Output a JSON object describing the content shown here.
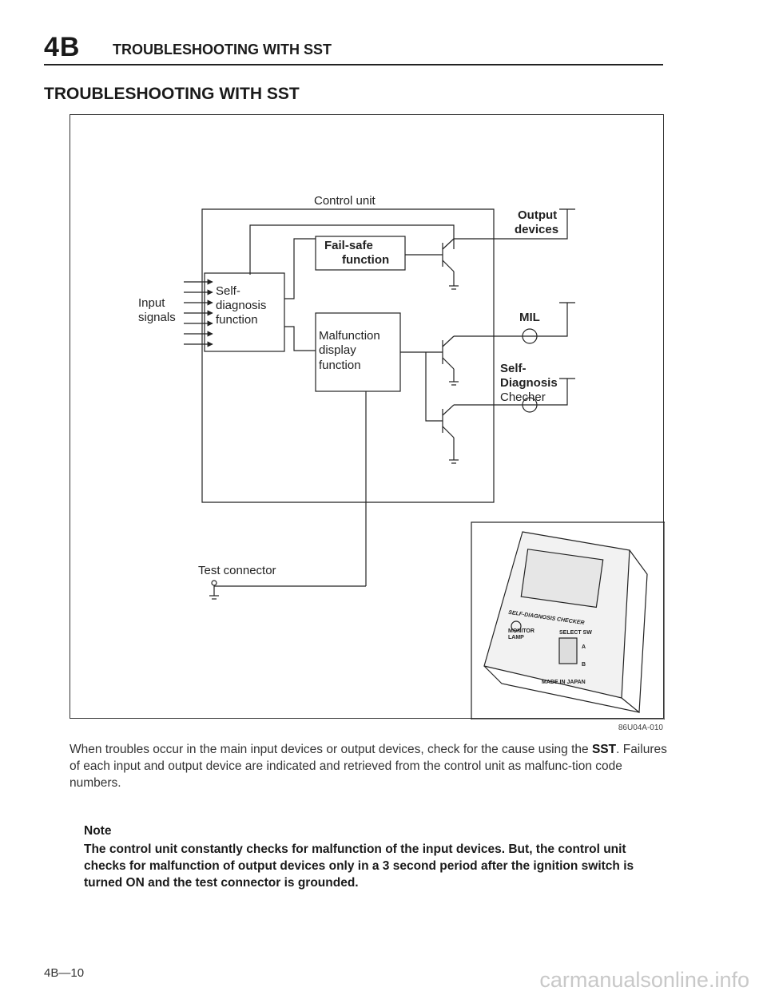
{
  "header": {
    "section": "4B",
    "title": "TROUBLESHOOTING WITH SST"
  },
  "page_title": "TROUBLESHOOTING WITH SST",
  "diagram": {
    "control_unit": "Control unit",
    "input_label_1": "Input",
    "input_label_2": "signals",
    "self_diag_1": "Self-",
    "self_diag_2": "diagnosis",
    "self_diag_3": "function",
    "fail_safe_1": "Fail-safe",
    "fail_safe_2": "function",
    "malfunction_1": "Malfunction",
    "malfunction_2": "display",
    "malfunction_3": "function",
    "output_1": "Output",
    "output_2": "devices",
    "mil": "MIL",
    "checker_1": "Self-",
    "checker_2": "Diagnosis",
    "checker_3": "Checher",
    "test_connector": "Test connector",
    "device_brand": "SELF-DIAGNOSIS CHECKER",
    "device_monitor_1": "MONITOR",
    "device_monitor_2": "LAMP",
    "device_select": "SELECT SW",
    "device_a": "A",
    "device_b": "B",
    "device_made": "MADE IN JAPAN"
  },
  "figure_code": "86U04A-010",
  "paragraph": {
    "before": "When troubles occur in the main input devices or output devices, check for the cause using the ",
    "bold": "SST",
    "after": ". Failures of each input and output device are indicated and retrieved from the control unit as malfunc-tion code numbers."
  },
  "note": {
    "label": "Note",
    "text": "The control unit constantly checks for malfunction of the input devices. But, the control unit checks for malfunction of output devices only in a 3 second period after the ignition switch is turned ON and the test connector is grounded."
  },
  "page_number": "4B—10",
  "watermark": "carmanualsonline.info"
}
